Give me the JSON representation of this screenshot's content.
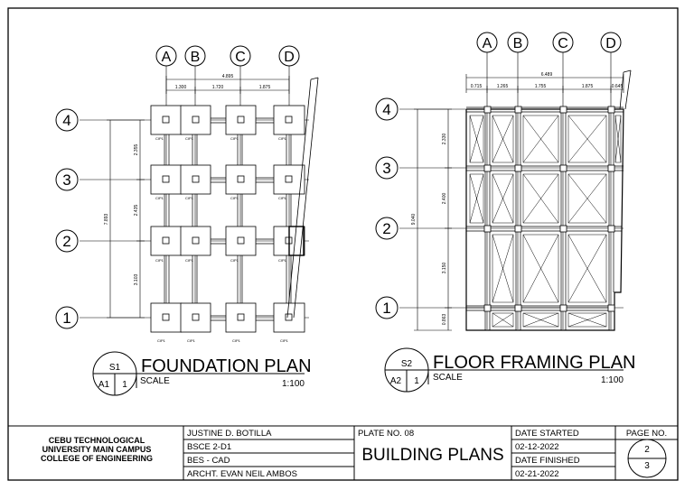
{
  "foundation_plan": {
    "title": "FOUNDATION PLAN",
    "scale_label": "SCALE",
    "scale_value": "1:100",
    "sheet_code": "S1",
    "callout_left": "A1",
    "callout_right": "1",
    "grid_columns": [
      "A",
      "B",
      "C",
      "D"
    ],
    "grid_rows": [
      "4",
      "3",
      "2",
      "1"
    ],
    "dim_total_top": "4.895",
    "dims_top": [
      "1.300",
      "1.720",
      "1.875"
    ],
    "dim_total_left": "7.893",
    "dims_left": [
      "2.355",
      "2.435",
      "3.103"
    ],
    "footing_tag": "CIP1"
  },
  "floor_framing_plan": {
    "title": "FLOOR FRAMING PLAN",
    "scale_label": "SCALE",
    "scale_value": "1:100",
    "sheet_code": "S2",
    "callout_left": "A2",
    "callout_right": "1",
    "grid_columns": [
      "A",
      "B",
      "C",
      "D"
    ],
    "grid_rows": [
      "4",
      "3",
      "2",
      "1"
    ],
    "dim_total_top": "6.489",
    "dims_top": [
      "0.715",
      "1.265",
      "1.755",
      "1.875",
      "0.645"
    ],
    "dim_total_left": "9.040",
    "dims_left": [
      "2.330",
      "2.400",
      "3.150",
      "0.863"
    ]
  },
  "title_block": {
    "school_line1": "CEBU TECHNOLOGICAL",
    "school_line2": "UNIVERSITY MAIN CAMPUS",
    "school_line3": "COLLEGE OF ENGINEERING",
    "student_name": "JUSTINE D. BOTILLA",
    "section": "BSCE 2-D1",
    "course": "BES - CAD",
    "instructor": "ARCHT. EVAN NEIL AMBOS",
    "plate_no": "PLATE NO. 08",
    "plate_title": "BUILDING PLANS",
    "date_started_label": "DATE STARTED",
    "date_started": "02-12-2022",
    "date_finished_label": "DATE FINISHED",
    "date_finished": "02-21-2022",
    "page_no_label": "PAGE NO.",
    "page_current": "2",
    "page_total": "3"
  }
}
